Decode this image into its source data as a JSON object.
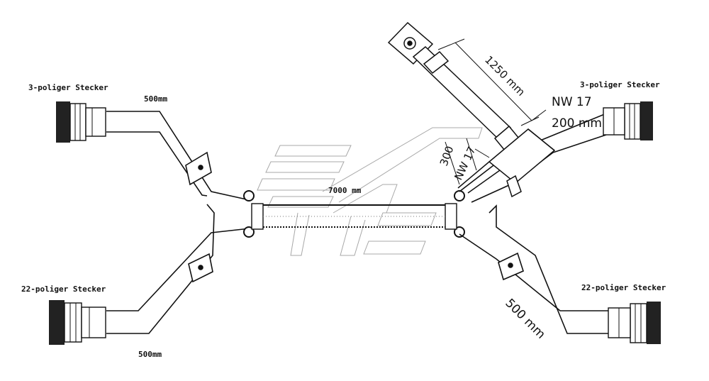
{
  "labels": {
    "top_left_connector": "3-poliger Stecker",
    "bottom_left_connector": "22-poliger Stecker",
    "top_right_connector": "3-poliger Stecker",
    "bottom_right_connector": "22-poliger Stecker",
    "top_left_length": "500mm",
    "bottom_left_length": "500mm",
    "center_length": "7000 mm",
    "diag_length": "1250 mm",
    "nw_top": "NW 17",
    "nw_top_length": "200 mm",
    "nw_mid": "NW 17",
    "nw_mid_length": "300",
    "bottom_right_length": "500 mm"
  }
}
